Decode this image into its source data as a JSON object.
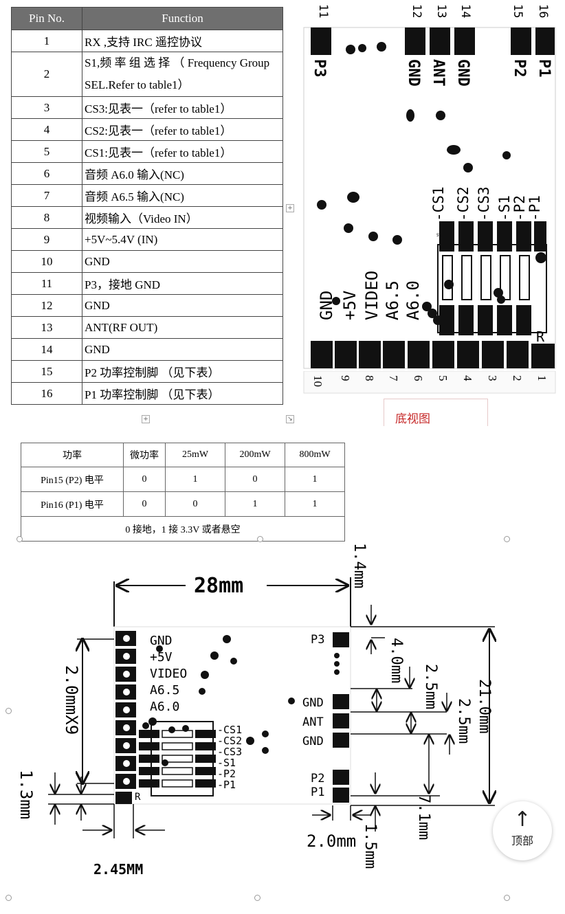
{
  "pin_table": {
    "headers": [
      "Pin No.",
      "Function"
    ],
    "rows": [
      {
        "no": "1",
        "function": "RX   ,支持 IRC 遥控协议"
      },
      {
        "no": "2",
        "function": "S1,频 率 组 选 择 （ Frequency Group SEL.Refer to table1）"
      },
      {
        "no": "3",
        "function": "CS3:见表一（refer to table1）"
      },
      {
        "no": "4",
        "function": "CS2:见表一（refer to table1）"
      },
      {
        "no": "5",
        "function": "CS1:见表一（refer to table1）"
      },
      {
        "no": "6",
        "function": "音频 A6.0 输入(NC)"
      },
      {
        "no": "7",
        "function": "音频 A6.5 输入(NC)"
      },
      {
        "no": "8",
        "function": "视频输入（Video IN）"
      },
      {
        "no": "9",
        "function": "+5V~5.4V (IN)"
      },
      {
        "no": "10",
        "function": "GND"
      },
      {
        "no": "11",
        "function": "P3，接地 GND"
      },
      {
        "no": "12",
        "function": "GND"
      },
      {
        "no": "13",
        "function": "ANT(RF OUT)"
      },
      {
        "no": "14",
        "function": "GND"
      },
      {
        "no": "15",
        "function": "P2  功率控制脚  （见下表）"
      },
      {
        "no": "16",
        "function": "P1  功率控制脚  （见下表）"
      }
    ]
  },
  "bottom_view": {
    "caption": "底视图",
    "top_pin_numbers": [
      "11",
      "12",
      "13",
      "14",
      "15",
      "16"
    ],
    "top_pad_labels": [
      "P3",
      "GND",
      "ANT",
      "GND",
      "P2",
      "P1"
    ],
    "bottom_pin_numbers": [
      "10",
      "9",
      "8",
      "7",
      "6",
      "5",
      "4",
      "3",
      "2",
      "1"
    ],
    "left_labels": [
      "GND",
      "+5V",
      "VIDEO",
      "A6.5",
      "A6.0"
    ],
    "switch_labels": [
      "-CS1",
      "-CS2",
      "-CS3",
      "-S1",
      "-P2",
      "-P1"
    ],
    "r_mark": "R"
  },
  "power_table": {
    "header": [
      "功率",
      "微功率",
      "25mW",
      "200mW",
      "800mW"
    ],
    "rows": [
      [
        "Pin15 (P2) 电平",
        "0",
        "1",
        "0",
        "1"
      ],
      [
        "Pin16 (P1) 电平",
        "0",
        "0",
        "1",
        "1"
      ]
    ],
    "note": "0 接地，1 接 3.3V 或者悬空"
  },
  "dimensions": {
    "width_label": "28mm",
    "pitch_label": "2.0mmX9",
    "left_offset": "1.3mm",
    "bottom_left": "2.45MM",
    "top_offset": "1.4mm",
    "right_pad": "2.0mm",
    "right_bottom": "1.5mm",
    "d_4_0": "4.0mm",
    "d_2_5a": "2.5mm",
    "d_2_5b": "2.5mm",
    "d_21": "21.0mm",
    "d_7_1": "7.1mm",
    "left_labels": [
      "GND",
      "+5V",
      "VIDEO",
      "A6.5",
      "A6.0"
    ],
    "switch_labels": [
      "-CS1",
      "-CS2",
      "-CS3",
      "-S1",
      "-P2",
      "-P1"
    ],
    "right_labels": [
      "P3",
      "GND",
      "ANT",
      "GND",
      "P2",
      "P1"
    ],
    "r_mark": "R"
  },
  "top_button": {
    "label": "顶部",
    "icon": "arrow-up-icon"
  }
}
